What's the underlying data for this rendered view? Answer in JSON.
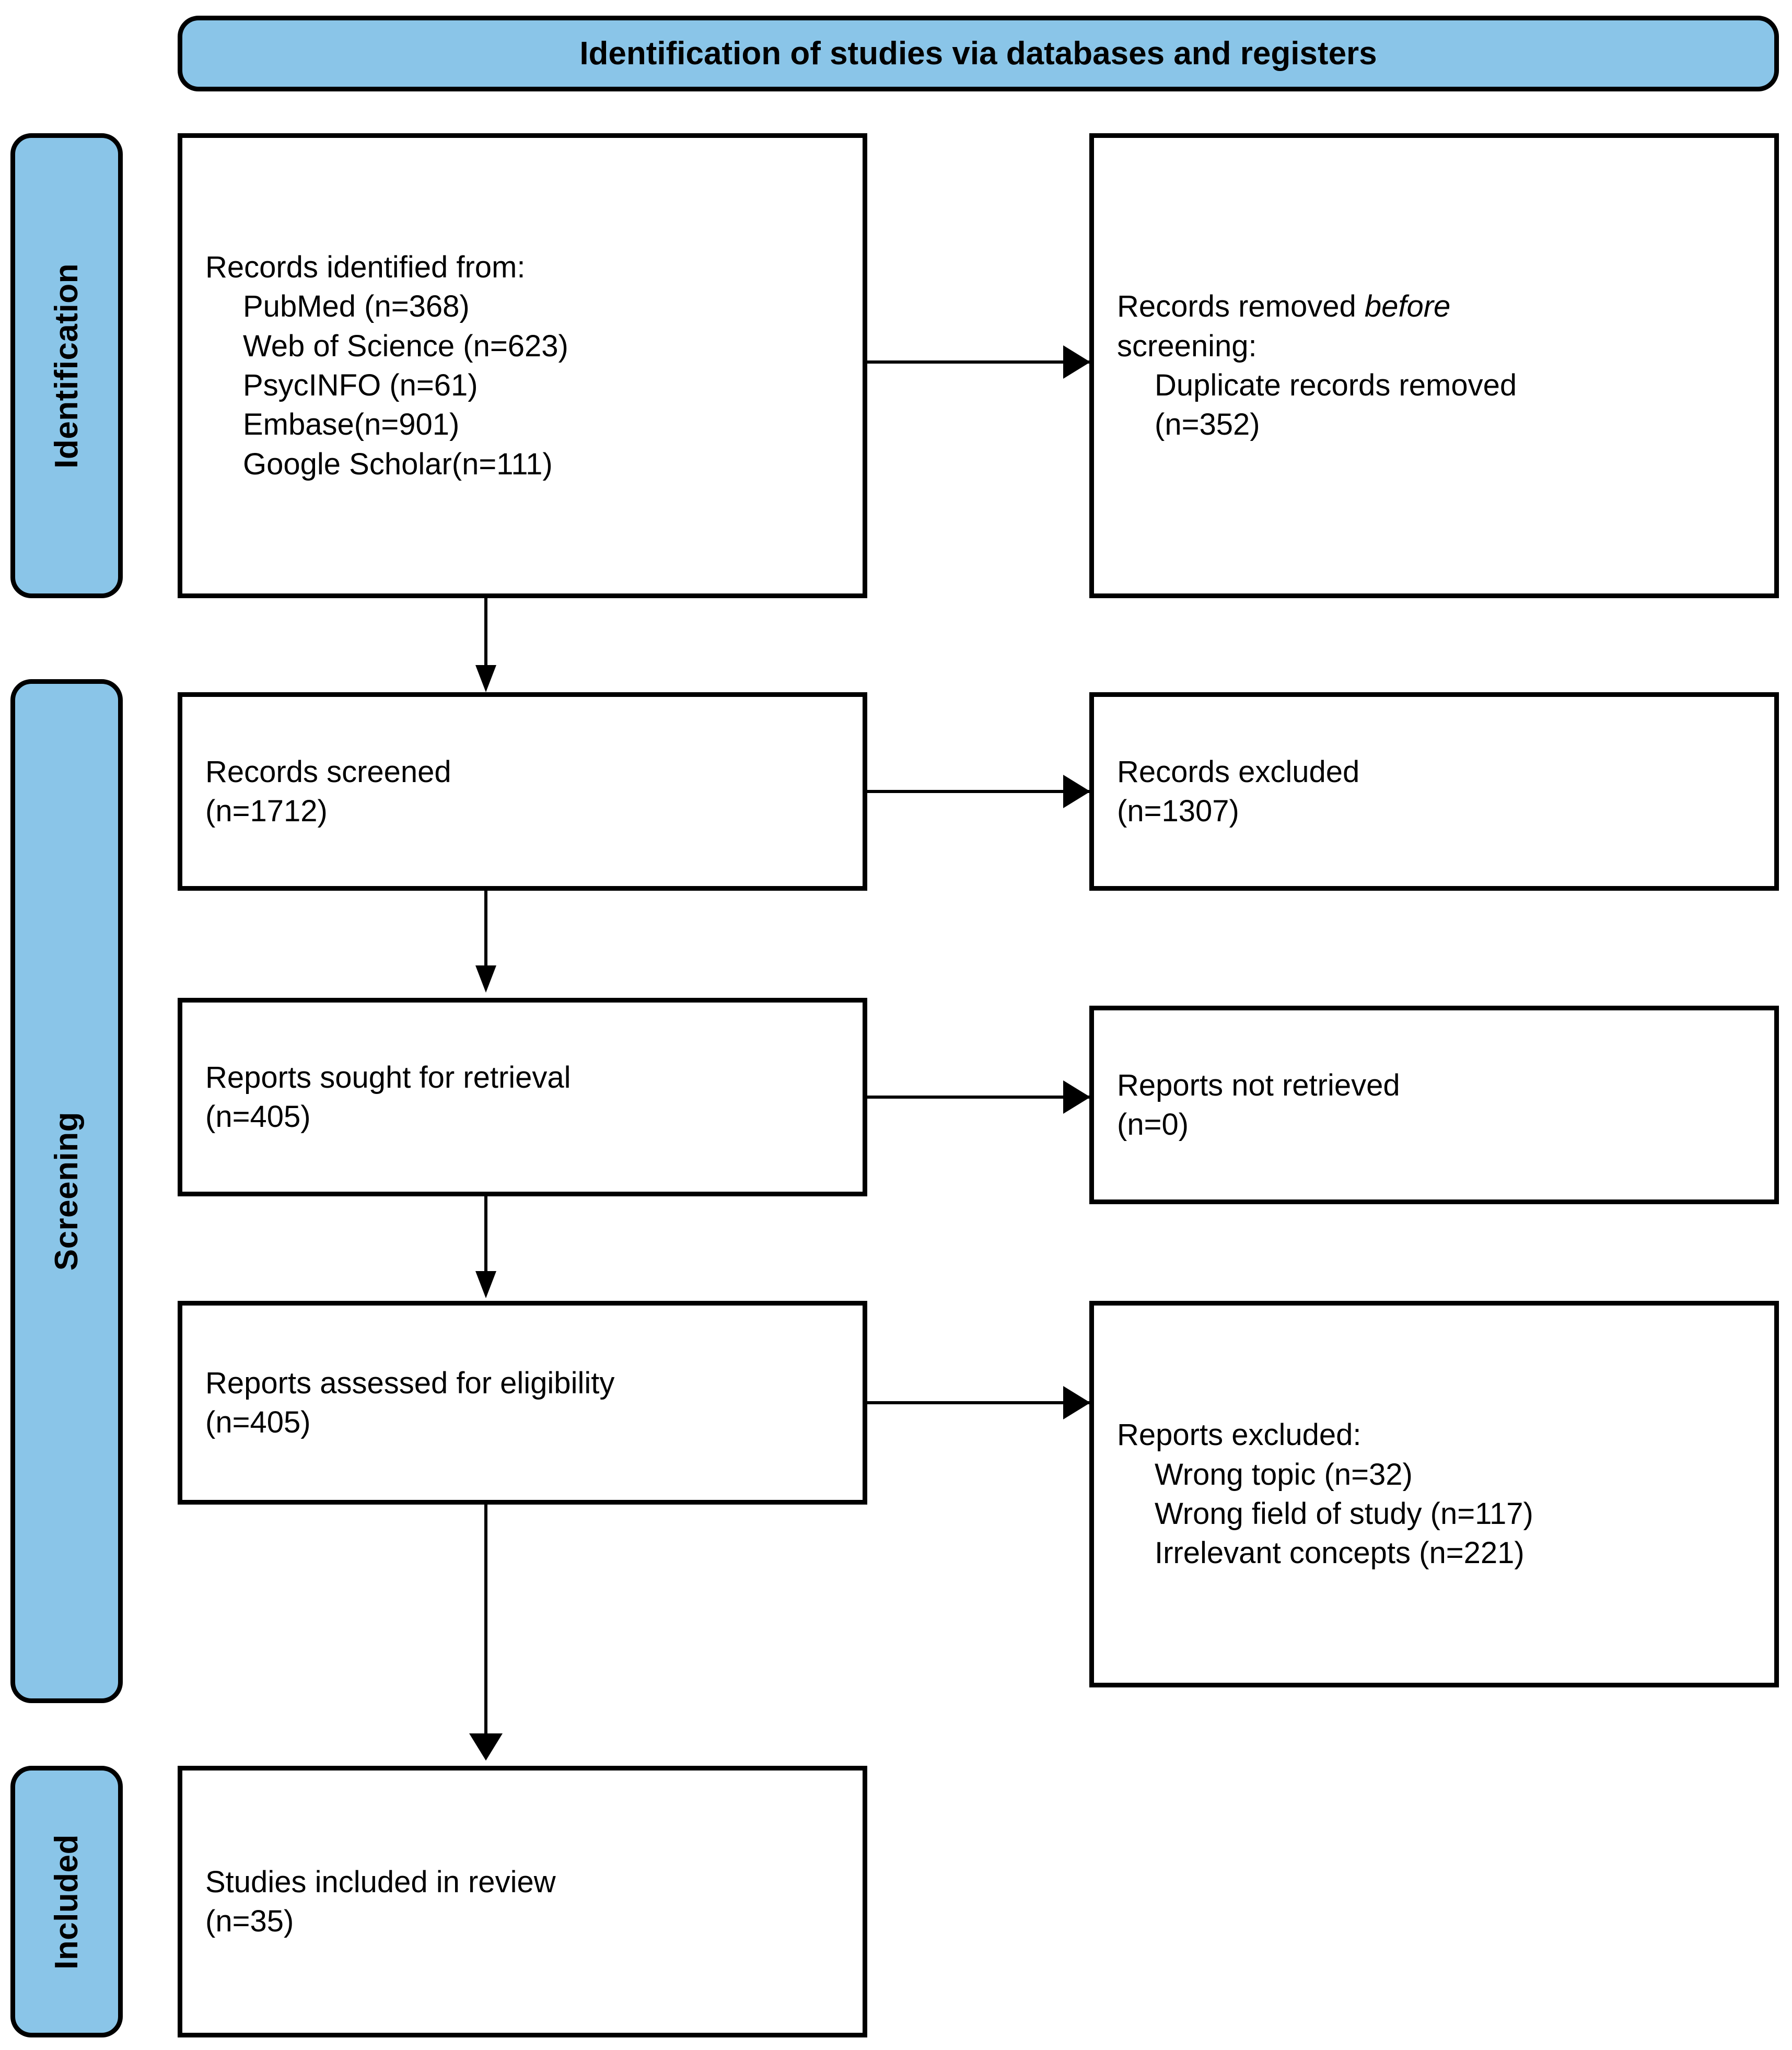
{
  "banner": {
    "title": "Identification of studies via databases and registers"
  },
  "phases": [
    {
      "id": "identification",
      "label": "Identification"
    },
    {
      "id": "screening",
      "label": "Screening"
    },
    {
      "id": "included",
      "label": "Included"
    }
  ],
  "boxes": {
    "records_identified": {
      "lines": [
        {
          "text": "Records identified from:",
          "indent": false,
          "italic": false
        },
        {
          "text": "PubMed (n=368)",
          "indent": true,
          "italic": false
        },
        {
          "text": "Web of Science (n=623)",
          "indent": true,
          "italic": false
        },
        {
          "text": "PsycINFO (n=61)",
          "indent": true,
          "italic": false
        },
        {
          "text": "Embase(n=901)",
          "indent": true,
          "italic": false
        },
        {
          "text": "Google Scholar(n=111)",
          "indent": true,
          "italic": false
        }
      ]
    },
    "records_removed": {
      "lines": [
        {
          "text": "Records removed ",
          "indent": false,
          "italic": false,
          "trail_italic": "before"
        },
        {
          "text": "screening",
          "indent": false,
          "italic": true,
          "trail": ":"
        },
        {
          "text": "Duplicate records removed",
          "indent": true,
          "italic": false
        },
        {
          "text": "(n=352)",
          "indent": true,
          "italic": false
        }
      ]
    },
    "records_screened": {
      "lines": [
        {
          "text": "Records screened",
          "indent": false,
          "italic": false
        },
        {
          "text": "(n=1712)",
          "indent": false,
          "italic": false
        }
      ]
    },
    "records_excluded": {
      "lines": [
        {
          "text": "Records excluded",
          "indent": false,
          "italic": false
        },
        {
          "text": "(n=1307)",
          "indent": false,
          "italic": false
        }
      ]
    },
    "reports_sought": {
      "lines": [
        {
          "text": "Reports sought for retrieval",
          "indent": false,
          "italic": false
        },
        {
          "text": "(n=405)",
          "indent": false,
          "italic": false
        }
      ]
    },
    "reports_not_retrieved": {
      "lines": [
        {
          "text": "Reports not retrieved",
          "indent": false,
          "italic": false
        },
        {
          "text": "(n=0)",
          "indent": false,
          "italic": false
        }
      ]
    },
    "reports_assessed": {
      "lines": [
        {
          "text": "Reports assessed for eligibility",
          "indent": false,
          "italic": false
        },
        {
          "text": "(n=405)",
          "indent": false,
          "italic": false
        }
      ]
    },
    "reports_excluded": {
      "lines": [
        {
          "text": "Reports excluded:",
          "indent": false,
          "italic": false
        },
        {
          "text": "Wrong topic (n=32)",
          "indent": true,
          "italic": false
        },
        {
          "text": "Wrong field of study (n=117)",
          "indent": true,
          "italic": false
        },
        {
          "text": "Irrelevant concepts (n=221)",
          "indent": true,
          "italic": false
        }
      ]
    },
    "studies_included": {
      "lines": [
        {
          "text": "Studies included in review",
          "indent": false,
          "italic": false
        },
        {
          "text": "(n=35)",
          "indent": false,
          "italic": false
        }
      ]
    }
  },
  "colors": {
    "phase_fill": "#8AC5E8",
    "border": "#000000",
    "box_fill": "#FFFFFF"
  }
}
